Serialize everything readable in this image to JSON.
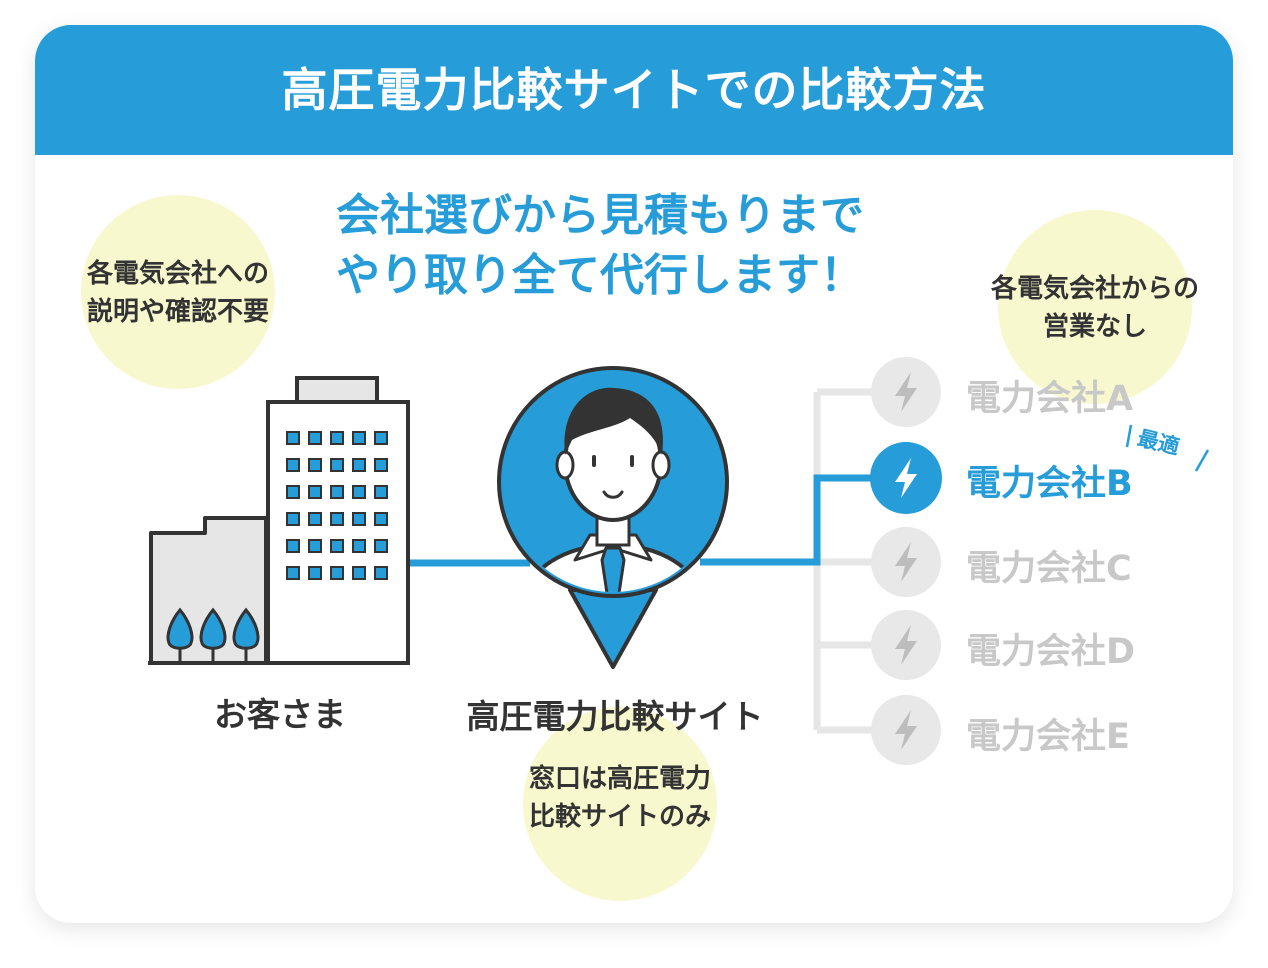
{
  "header": {
    "title": "高圧電力比較サイトでの比較方法"
  },
  "headline": {
    "line1": "会社選びから見積もりまで",
    "line2": "やり取り全て代行します！"
  },
  "notes": {
    "left": {
      "line1": "各電気会社への",
      "line2": "説明や確認不要"
    },
    "right": {
      "line1": "各電気会社からの",
      "line2": "営業なし"
    },
    "bottom": {
      "line1": "窓口は高圧電力",
      "line2": "比較サイトのみ"
    }
  },
  "labels": {
    "customer": "お客さま",
    "site": "高圧電力比較サイト"
  },
  "companies": [
    {
      "name": "電力会社A",
      "highlight": false
    },
    {
      "name": "電力会社B",
      "highlight": true
    },
    {
      "name": "電力会社C",
      "highlight": false
    },
    {
      "name": "電力会社D",
      "highlight": false
    },
    {
      "name": "電力会社E",
      "highlight": false
    }
  ],
  "best_tag": "最適",
  "icons": {
    "company": "lightning-bolt-icon",
    "customer": "office-building-icon",
    "site": "operator-person-icon"
  },
  "colors": {
    "accent": "#269cd8",
    "muted": "#c8c8c8",
    "highlight_circle": "#f8f8cf",
    "text": "#333333"
  }
}
